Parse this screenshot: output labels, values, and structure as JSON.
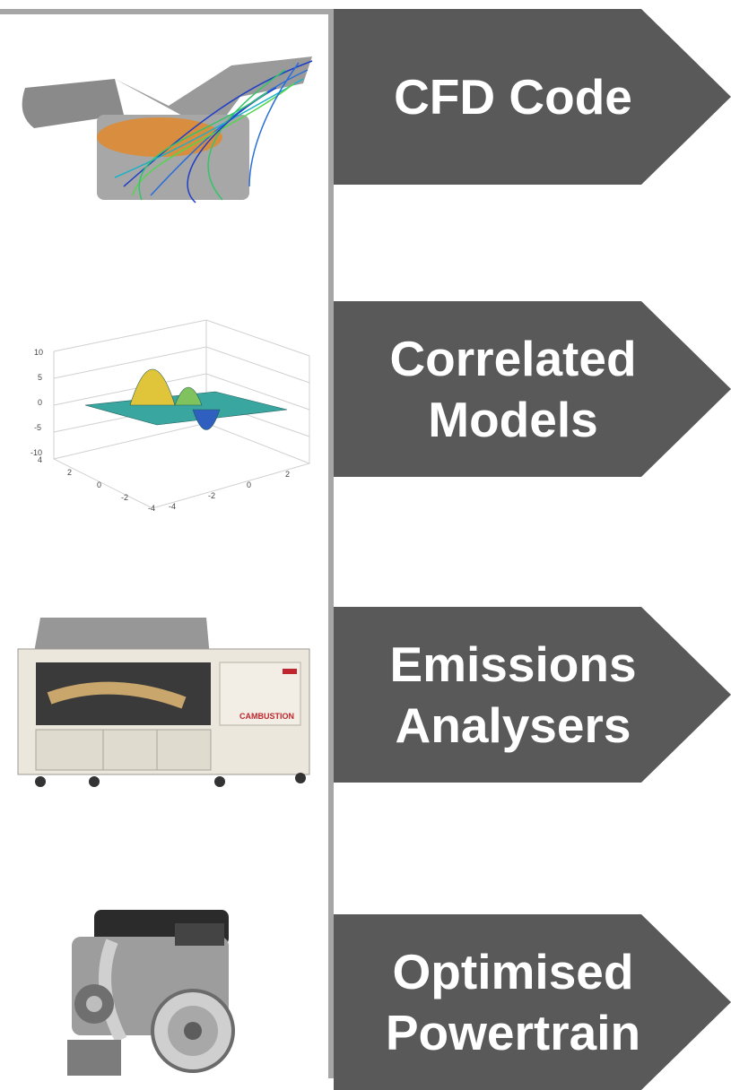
{
  "steps": [
    {
      "line1": "CFD Code",
      "line2": "",
      "image": "engine-cylinder-cfd-flow-icon"
    },
    {
      "line1": "Correlated",
      "line2": "Models",
      "image": "3d-surface-plot-icon"
    },
    {
      "line1": "Emissions",
      "line2": "Analysers",
      "image": "emissions-analyser-machine-icon"
    },
    {
      "line1": "Optimised",
      "line2": "Powertrain",
      "image": "engine-block-icon"
    }
  ],
  "machine_brand": "CAMBUSTION",
  "surface_plot": {
    "z_ticks": [
      "10",
      "5",
      "0",
      "-5",
      "-10"
    ],
    "x_ticks": [
      "4",
      "2",
      "0",
      "-2",
      "-4"
    ],
    "y_ticks": [
      "-4",
      "-2",
      "0",
      "2"
    ]
  },
  "colors": {
    "arrow": "#595959",
    "rule": "#a6a6a6",
    "text": "#ffffff"
  }
}
